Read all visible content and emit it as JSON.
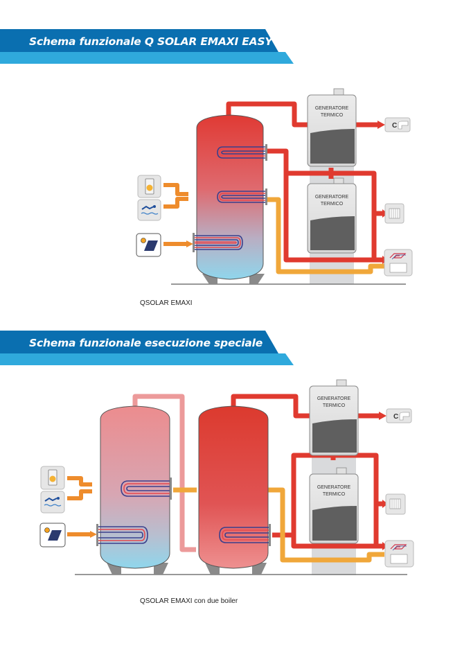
{
  "sections": [
    {
      "title": "Schema funzionale Q SOLAR EMAXI EASY",
      "caption": "QSOLAR EMAXI",
      "generators": [
        "GENERATORE\nTERMICO",
        "GENERATORE\nTERMICO"
      ],
      "generator_line1": "GENERATORE",
      "generator_line2": "TERMICO",
      "dhw_label": "C"
    },
    {
      "title": "Schema funzionale esecuzione speciale",
      "caption": "QSOLAR EMAXI con due boiler",
      "generator_line1": "GENERATORE",
      "generator_line2": "TERMICO",
      "dhw_label": "C"
    }
  ],
  "icons": {
    "boiler_source": "boiler-sun-icon",
    "pool": "swimming-pool-icon",
    "solar_panel": "solar-panel-icon",
    "dhw_tap": "hot-water-tap-icon",
    "radiator": "radiator-icon",
    "floor_heating": "underfloor-heating-icon"
  },
  "colors": {
    "banner_dark": "#0a6fb0",
    "banner_light": "#2fa9dc",
    "pipe_hot": "#e03a2f",
    "pipe_warm": "#f0a73a",
    "pipe_orange": "#ee8c2c",
    "pipe_pink": "#ec9a9a",
    "tank_top": "#e0403a",
    "tank_bottom": "#8fd3ea",
    "generator_body": "#e2e2e2"
  }
}
